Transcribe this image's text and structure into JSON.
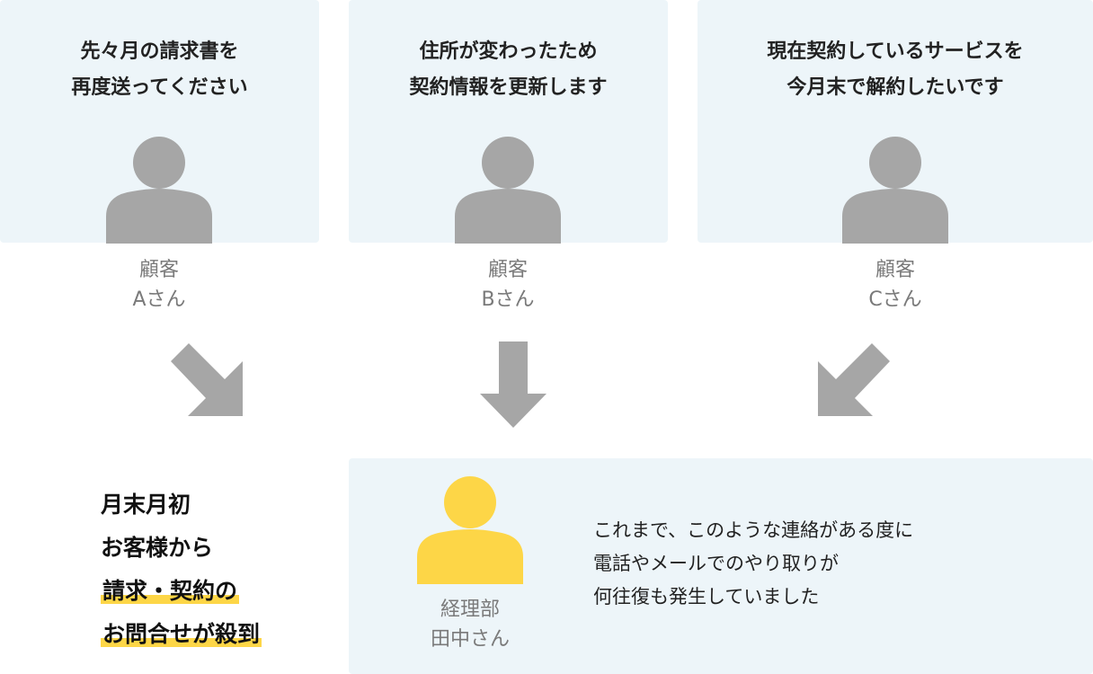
{
  "customers": [
    {
      "request": [
        "先々月の請求書を",
        "再度送ってください"
      ],
      "role": "顧客",
      "name": "Aさん"
    },
    {
      "request": [
        "住所が変わったため",
        "契約情報を更新します"
      ],
      "role": "顧客",
      "name": "Bさん"
    },
    {
      "request": [
        "現在契約しているサービスを",
        "今月末で解約したいです"
      ],
      "role": "顧客",
      "name": "Cさん"
    }
  ],
  "headline": [
    "月末月初",
    "お客様から",
    "請求・契約の",
    "お問合せが殺到"
  ],
  "staff": {
    "role": "経理部",
    "name": "田中さん"
  },
  "description": [
    "これまで、このような連絡がある度に",
    "電話やメールでのやり取りが",
    "何往復も発生していました"
  ],
  "colors": {
    "panel": "#edf5f9",
    "customer_icon": "#a6a6a6",
    "staff_icon": "#fdd647",
    "highlight": "#fdd647"
  }
}
